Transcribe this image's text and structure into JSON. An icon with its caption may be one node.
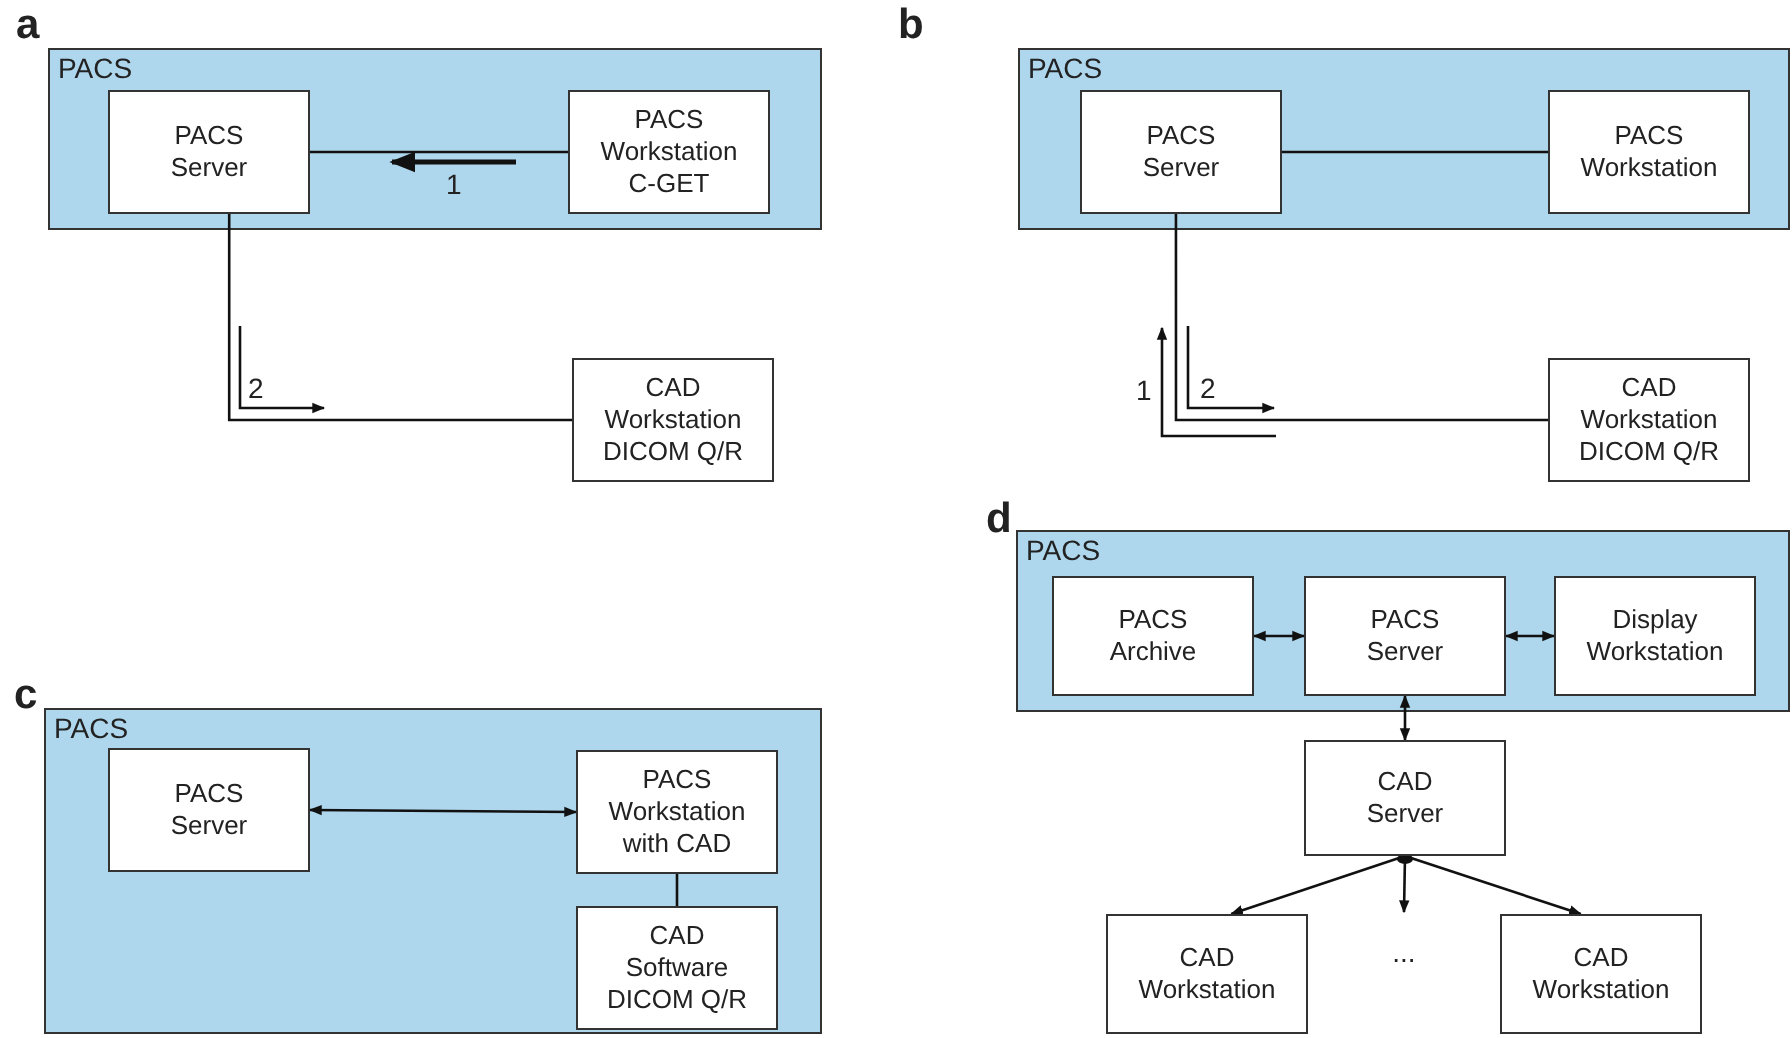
{
  "diagram": {
    "nodes": [
      {
        "text": [
          "PACS"
        ]
      },
      {
        "text": [
          "PACS Server"
        ],
        "in": 0
      },
      {
        "text": [
          "PACS Workstation C-GET"
        ],
        "in": 0
      },
      {
        "text": [
          "CAD Workstation DICOM Q/R"
        ]
      },
      {
        "text": [
          "PACS"
        ]
      },
      {
        "text": [
          "PACS Server"
        ],
        "in": 4
      },
      {
        "text": [
          "PACS Workstation"
        ],
        "in": 4
      },
      {
        "text": [
          "CAD Workstation DICOM Q/R"
        ]
      },
      {
        "text": [
          "PACS"
        ]
      },
      {
        "text": [
          "PACS Server"
        ],
        "in": 8
      },
      {
        "text": [
          "PACS Workstation with CAD"
        ],
        "in": 8
      },
      {
        "text": [
          "CAD Software DICOM Q/R"
        ],
        "in": 8
      },
      {
        "text": [
          "PACS"
        ]
      },
      {
        "text": [
          "PACS Archive"
        ],
        "in": 12
      },
      {
        "text": [
          "PACS Server"
        ],
        "in": 12
      },
      {
        "text": [
          "Display Workstation"
        ],
        "in": 12
      },
      {
        "text": [
          "CAD Server"
        ]
      },
      {
        "text": [
          "CAD Workstation"
        ]
      },
      {
        "text": [
          "..."
        ]
      },
      {
        "text": [
          "CAD Workstation"
        ]
      }
    ],
    "edges": [
      {
        "from": 1,
        "to": 2,
        "arrow": "none"
      },
      {
        "from": 1,
        "to": 3,
        "arrow": "none"
      },
      {
        "from": 5,
        "to": 6,
        "arrow": "none"
      },
      {
        "from": 5,
        "to": 7,
        "arrow": "none"
      },
      {
        "from": 9,
        "to": 10,
        "arrow": "both"
      },
      {
        "from": 10,
        "to": 11,
        "arrow": "none"
      },
      {
        "from": 13,
        "to": 14,
        "arrow": "both"
      },
      {
        "from": 14,
        "to": 15,
        "arrow": "both"
      },
      {
        "from": 14,
        "to": 16,
        "arrow": "both"
      },
      {
        "from": 16,
        "to": 17,
        "arrow": "to"
      },
      {
        "from": 16,
        "to": 18,
        "arrow": "to"
      },
      {
        "from": 16,
        "to": 19,
        "arrow": "to"
      }
    ],
    "labels": [
      "a",
      "1",
      "2",
      "b",
      "1",
      "2",
      "c",
      "d"
    ]
  }
}
